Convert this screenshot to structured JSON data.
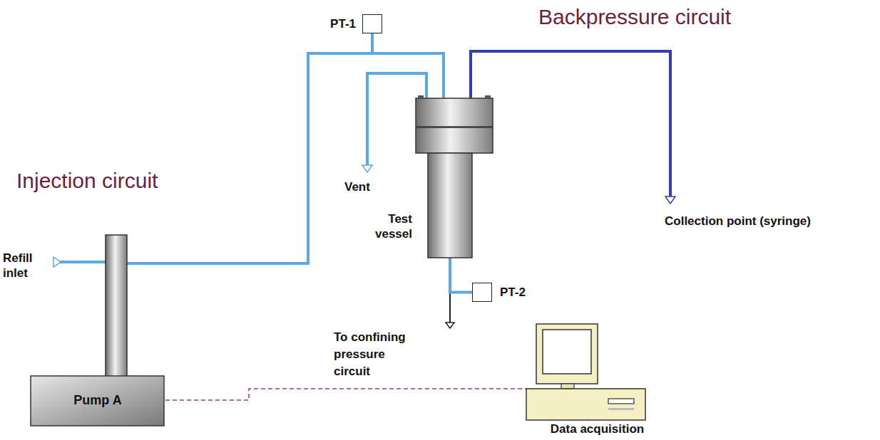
{
  "diagram": {
    "nodes": [
      {
        "text": [
          "PT-1"
        ]
      },
      {
        "text": [
          "Test vessel"
        ]
      },
      {
        "text": [
          "PT-2"
        ]
      },
      {
        "text": [
          "Pump A"
        ]
      },
      {
        "text": [
          "Data acquisition"
        ]
      }
    ],
    "edges": [
      {
        "from": 3,
        "to": 1,
        "arrow": "none"
      },
      {
        "from": 0,
        "to": 1,
        "arrow": "none"
      },
      {
        "from": 2,
        "to": 1,
        "arrow": "none"
      },
      {
        "from": 3,
        "to": 4,
        "arrow": "none"
      }
    ],
    "labels": [
      "Injection circuit",
      "Backpressure circuit",
      "Refill inlet",
      "Vent",
      "Collection point (syringe)",
      "To confining pressure circuit"
    ]
  }
}
